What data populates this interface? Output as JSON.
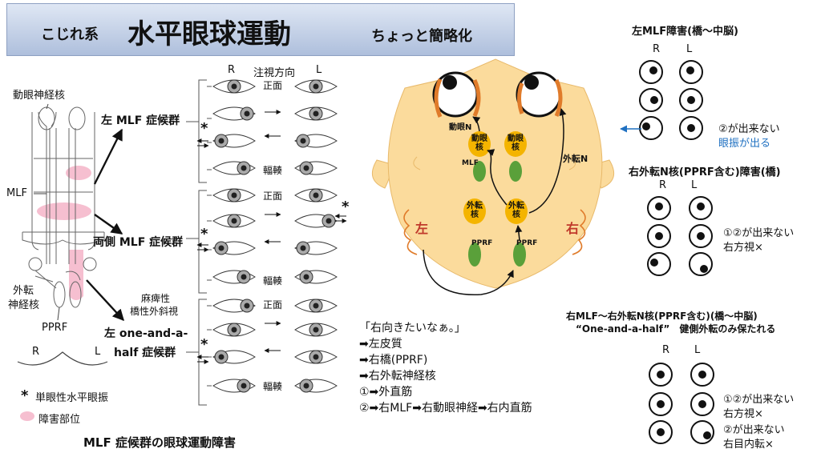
{
  "title": {
    "prefix": "こじれ系",
    "main": "水平眼球運動",
    "suffix": "ちょっと簡略化"
  },
  "left_panel": {
    "oculomotor_nucleus": "動眼神経核",
    "mlf": "MLF",
    "abducens_nucleus_line1": "外転",
    "abducens_nucleus_line2": "神経核",
    "pprf": "PPRF",
    "r": "R",
    "l": "L",
    "header_r": "R",
    "header_gaze": "注視方向",
    "header_l": "L",
    "syndrome_left": "左 MLF 症候群",
    "syndrome_both": "両側 MLF 症候群",
    "syndrome_oaah_line1": "左 one-and-a-",
    "syndrome_oaah_line2": "half 症候群",
    "paralytic_line1": "麻痺性",
    "paralytic_line2": "橋性外斜視",
    "front": "正面",
    "convergence": "輻輳",
    "asterisk": "*",
    "legend_asterisk": "単眼性水平眼振",
    "legend_lesion": "障害部位",
    "caption": "MLF 症候群の眼球運動障害"
  },
  "center": {
    "oculomotor_n": "動眼N",
    "oculomotor_nuc": "動眼核",
    "oculomotor_nuc_right": "動眼核",
    "mlf_vertical": "MLF",
    "abducens_n": "外転N",
    "abducens_nuc_left": "外転核",
    "abducens_nuc_right": "外転核",
    "pprf_left": "PPRF",
    "pprf_right": "PPRF",
    "left_kanji": "左",
    "right_kanji": "右"
  },
  "pathway": {
    "line1": "「右向きたいなぁ。」",
    "line2": "➡左皮質",
    "line3": "➡右橋(PPRF)",
    "line4": "➡右外転神経核",
    "line5": "①➡外直筋",
    "line6": "②➡右MLF➡右動眼神経➡右内直筋"
  },
  "right_panel": {
    "case1": {
      "title": "左MLF障害(橋〜中脳)",
      "r": "R",
      "l": "L",
      "note1": "②が出来ない",
      "note2": "眼振が出る"
    },
    "case2": {
      "title": "右外転N核(PPRF含む)障害(橋)",
      "r": "R",
      "l": "L",
      "note1": "①②が出来ない",
      "note2": "右方視×"
    },
    "case3": {
      "title_line1": "右MLF〜右外転N核(PPRF含む)(橋〜中脳)",
      "title_line2": "“One-and-a-half”　健側外転のみ保たれる",
      "r": "R",
      "l": "L",
      "note1": "①②が出来ない",
      "note2": "右方視×",
      "note3": "②が出来ない",
      "note4": "右目内転×"
    }
  },
  "colors": {
    "head": "#fbdb9c",
    "head_stroke": "#e8b96a",
    "nucleus_yellow": "#f4b400",
    "nucleus_green": "#5aa03a",
    "orange": "#e07b2a",
    "blue_text": "#1f70c1",
    "lesion_pink": "#f6bfd0",
    "red_text": "#c0392b"
  }
}
